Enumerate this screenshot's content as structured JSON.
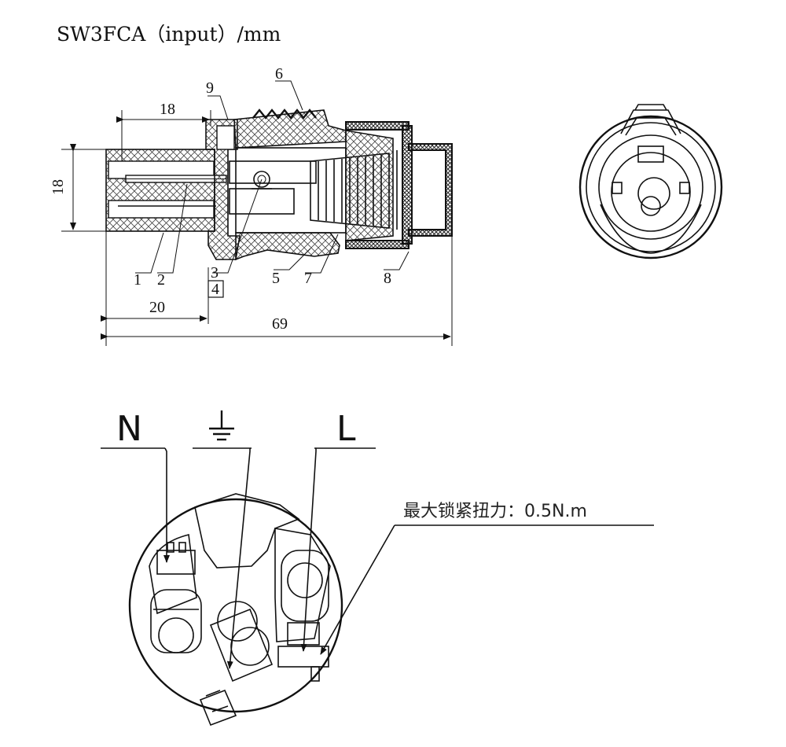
{
  "title": "SW3FCA（input）/mm",
  "dimensions": {
    "grip_length": "18",
    "body_height": "18",
    "front_length": "20",
    "total_length": "69"
  },
  "part_numbers": [
    "1",
    "2",
    "3",
    "4",
    "5",
    "6",
    "7",
    "8",
    "9"
  ],
  "terminals": {
    "neutral": "N",
    "line": "L",
    "earth_icon": "ground-icon"
  },
  "torque_note": "最大锁紧扭力：0.5N.m"
}
